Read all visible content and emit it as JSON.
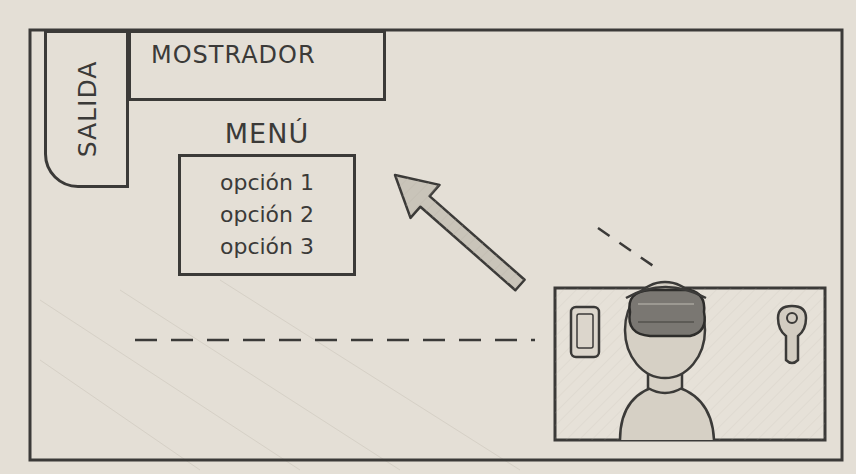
{
  "diagram": {
    "nodes": [
      {
        "text": [
          "SALIDA"
        ]
      },
      {
        "text": [
          "MOSTRADOR"
        ]
      },
      {
        "text": [
          "MENÚ",
          "opción 1",
          "opción 2",
          "opción 3"
        ]
      }
    ]
  }
}
